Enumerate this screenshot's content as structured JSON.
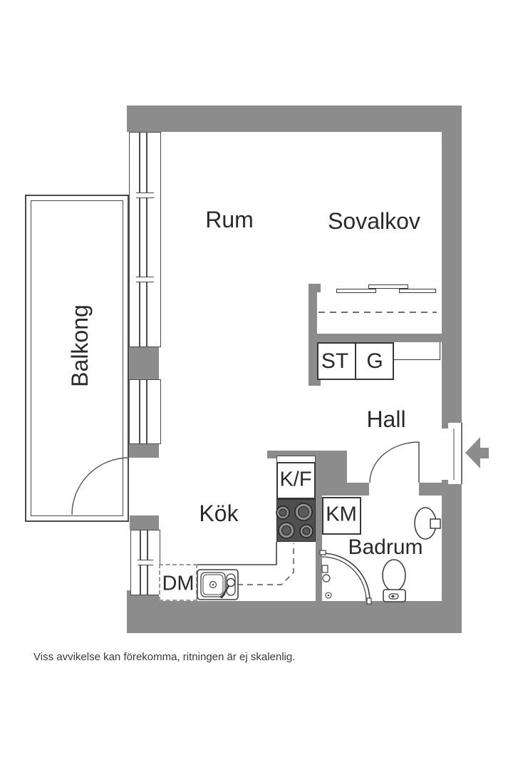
{
  "plan": {
    "rooms": {
      "room": "Rum",
      "sleeping_alcove": "Sovalkov",
      "balcony": "Balkong",
      "hall": "Hall",
      "kitchen": "Kök",
      "bathroom": "Badrum"
    },
    "fixtures": {
      "closet": "ST",
      "wardrobe": "G",
      "fridge_freezer": "K/F",
      "washing_machine": "KM",
      "dishwasher": "DM"
    },
    "disclaimer": "Viss avvikelse kan förekomma, ritningen är ej skalenlig."
  },
  "colors": {
    "wall": "#8c8c8c",
    "outline": "#3f3f3f",
    "stove_dark": "#4f4f4f",
    "burner_ring": "#8f8f8f",
    "burner_center": "#5a5a5a",
    "text": "#2a2a2a",
    "background": "#ffffff"
  }
}
